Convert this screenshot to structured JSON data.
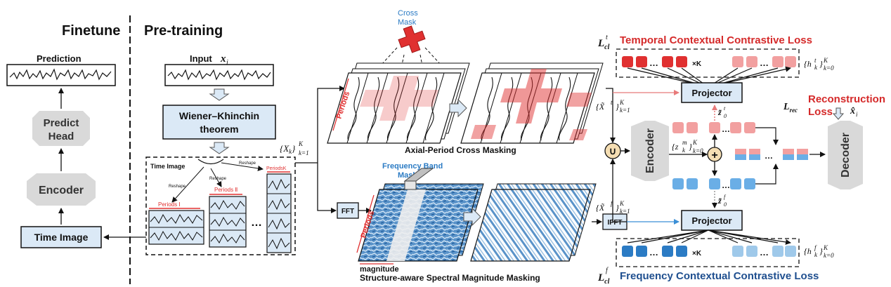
{
  "finetune": {
    "title": "Finetune",
    "prediction_label": "Prediction",
    "predict_head": [
      "Predict",
      "Head"
    ],
    "encoder": "Encoder",
    "time_image": "Time Image"
  },
  "pretrain": {
    "title": "Pre-training",
    "input_label": "Input",
    "input_var": "x",
    "input_sub": "i",
    "wk": [
      "Wiener–Khinchin",
      "theorem"
    ],
    "time_image_label": "Time Image",
    "reshape": "Reshape",
    "period_1": "Periods Ⅰ",
    "period_2": "Periods Ⅱ",
    "period_k": "PeriodsK",
    "ellipsis": "…",
    "xk_set": "{X",
    "xk_sub": "k",
    "xk_sup": "K",
    "xk_range": "k=1"
  },
  "cross_mask": {
    "cross_label": [
      "Cross",
      "Mask"
    ],
    "periods_axis": "Periods",
    "caption": "Axial-Period Cross Masking"
  },
  "freq_mask": {
    "fft": "FFT",
    "band_label": [
      "Frequency Band",
      "Mask"
    ],
    "periods_axis": "Periods",
    "magnitude": "magnitude",
    "caption": "Structure-aware Spectral Magnitude Masking",
    "ifft": "IFFT"
  },
  "right": {
    "temporal_loss": "Temporal Contextual Contrastive Loss",
    "freq_loss": "Frequency Contextual Contrastive Loss",
    "lcl_t": "L",
    "lcl_sub": "cl",
    "lcl_t_sup": "t",
    "lcl_f_sup": "f",
    "projector": "Projector",
    "encoder": "Encoder",
    "decoder": "Decoder",
    "union": "∪",
    "plus": "+",
    "times_k": "×K",
    "reconstruction": [
      "Reconstruction",
      "Loss"
    ],
    "lrec": "L",
    "lrec_sub": "rec",
    "x_hat": "x̂",
    "x_hat_sub": "i",
    "h_t": "{h",
    "h_f": "{h",
    "zm": "{z",
    "z0t": "z̃",
    "z0f": "z̃",
    "xt_tilde": "{X̃",
    "xf_tilde": "{X̃",
    "k0": "k=0",
    "k1": "k=1",
    "K": "K"
  },
  "colors": {
    "red": "#e03030",
    "salmon": "#f2a0a0",
    "blue": "#2b7bc4",
    "lightblue": "#9fc9ea",
    "box_fill": "#dbe9f6",
    "gray": "#d9d9d9",
    "title_red": "#d52a2a",
    "title_blue": "#1f4f8f"
  }
}
